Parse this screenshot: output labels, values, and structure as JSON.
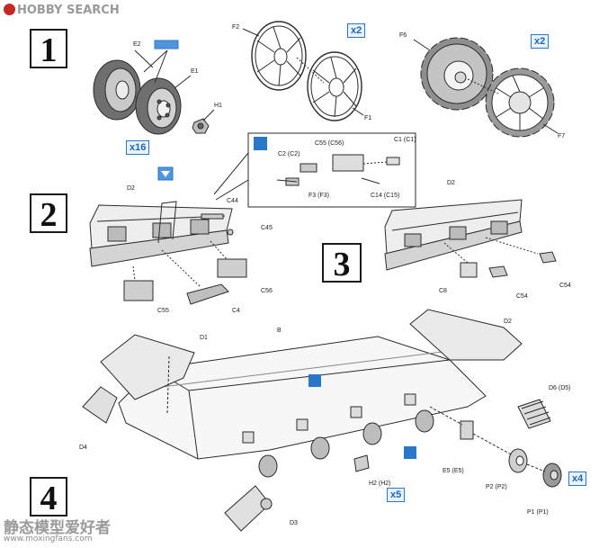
{
  "watermark_top": {
    "brand": "HOBBY SEARCH"
  },
  "watermark_bottom": {
    "chinese": "静态模型爱好者",
    "url": "www.moxingfans.com"
  },
  "steps": [
    "1",
    "2",
    "3",
    "4"
  ],
  "multipliers": {
    "m16": "x16",
    "m2a": "x2",
    "m2b": "x2",
    "m5": "x5",
    "m4": "x4"
  },
  "step1": {
    "E2": "E2",
    "E1": "E1",
    "H1": "H1",
    "F2": "F2",
    "F1": "F1",
    "F6": "F6",
    "F7": "F7"
  },
  "step2": {
    "D2": "D2",
    "C2": "C2 (C2)",
    "C55": "C55 (C56)",
    "C1": "C1 (C1)",
    "F3": "F3 (F3)",
    "C14": "C14 (C15)",
    "C44": "C44",
    "C45": "C45",
    "C56": "C56",
    "C55b": "C55",
    "C4": "C4"
  },
  "step3": {
    "D2": "D2",
    "C8": "C8",
    "C54a": "C54",
    "C54b": "C54"
  },
  "step4": {
    "D1": "D1",
    "B": "B",
    "D2": "D2",
    "D6": "D6 (D5)",
    "D4": "D4",
    "E5": "E5 (E5)",
    "P2": "P2 (P2)",
    "H2": "H2 (H2)",
    "P1": "P1 (P1)",
    "D3": "D3"
  },
  "colors": {
    "line": "#2b2b2b",
    "accent_blue": "#1b66b8",
    "watermark_red": "#c62828"
  }
}
